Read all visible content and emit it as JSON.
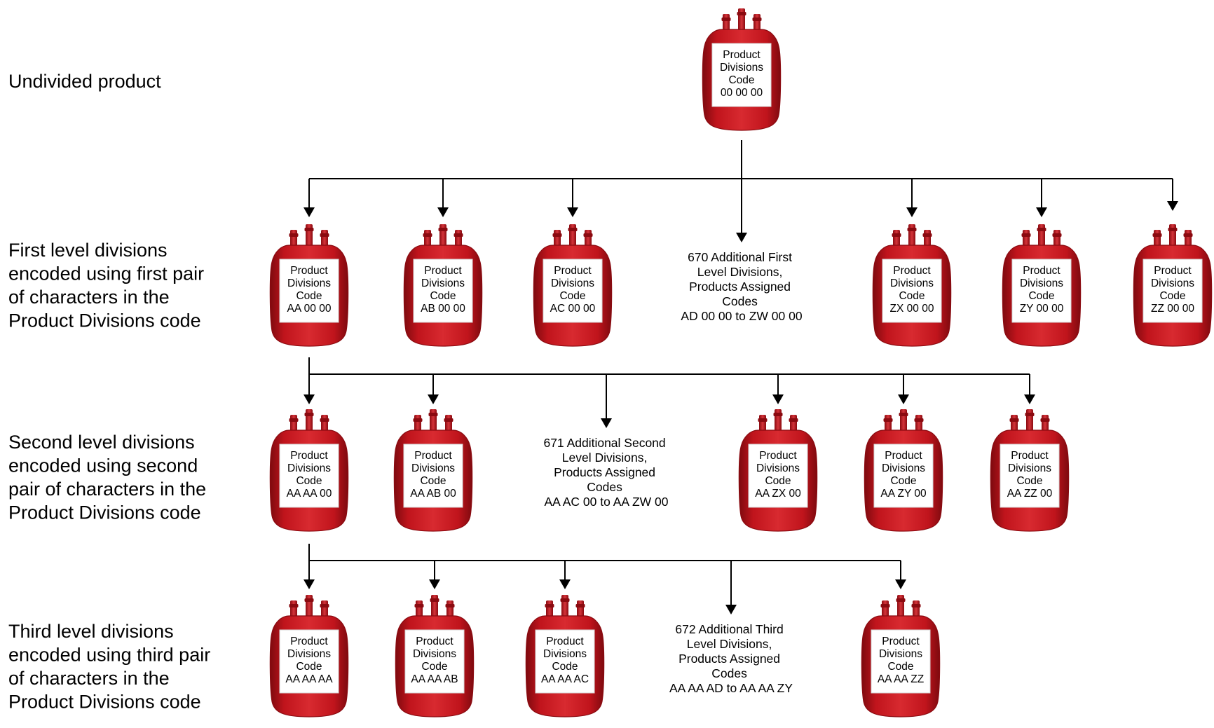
{
  "colors": {
    "bag_body": "#c0141c",
    "bag_dark": "#8a0a10",
    "bag_light": "#e23a40",
    "label_bg": "#ffffff",
    "line": "#000000"
  },
  "levels": [
    {
      "label": [
        "Undivided product"
      ]
    },
    {
      "label": [
        "First level divisions",
        "encoded using first pair",
        "of characters in the",
        "Product Divisions code"
      ]
    },
    {
      "label": [
        "Second level divisions",
        "encoded using second",
        "pair of characters in the",
        "Product Divisions code"
      ]
    },
    {
      "label": [
        "Third level divisions",
        "encoded using third pair",
        "of characters in the",
        "Product Divisions code"
      ]
    }
  ],
  "bag_label": [
    "Product",
    "Divisions",
    "Code"
  ],
  "root": {
    "code": "00 00 00"
  },
  "level1": {
    "bags": [
      "AA 00 00",
      "AB 00 00",
      "AC 00 00",
      "ZX 00 00",
      "ZY 00 00",
      "ZZ 00 00"
    ],
    "note": [
      "670 Additional First",
      "Level Divisions,",
      "Products Assigned",
      "Codes",
      "AD 00 00 to ZW 00 00"
    ]
  },
  "level2": {
    "bags": [
      "AA AA 00",
      "AA AB 00",
      "AA ZX 00",
      "AA ZY 00",
      "AA ZZ 00"
    ],
    "note": [
      "671 Additional Second",
      "Level Divisions,",
      "Products Assigned",
      "Codes",
      "AA AC 00 to AA ZW 00"
    ]
  },
  "level3": {
    "bags": [
      "AA AA AA",
      "AA AA AB",
      "AA AA AC",
      "AA AA ZZ"
    ],
    "note": [
      "672 Additional Third",
      "Level Divisions,",
      "Products Assigned",
      "Codes",
      "AA AA AD to AA AA ZY"
    ]
  }
}
